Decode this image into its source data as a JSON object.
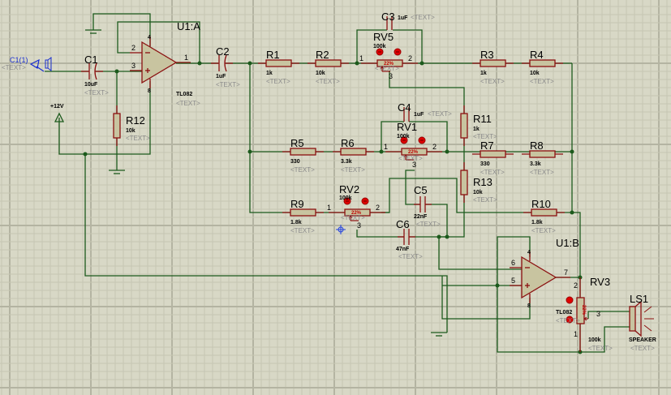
{
  "colors": {
    "background": "#d8d8c6",
    "wire": "#1c5a1c",
    "component_outline": "#8b1010",
    "component_fill": "#c8c4a0",
    "label_blue": "#1a2fd0",
    "probe_red": "#e00000"
  },
  "input_terminal": {
    "label": "C1(1)",
    "text": "<TEXT>"
  },
  "power": {
    "label": "+12V"
  },
  "components": {
    "U1A": {
      "ref": "U1:A",
      "value": "TL082",
      "text": "<TEXT>",
      "pins": [
        "2",
        "3",
        "1",
        "4",
        "8"
      ]
    },
    "U1B": {
      "ref": "U1:B",
      "value": "TL082",
      "text": "<TEXT>",
      "pins": [
        "6",
        "5",
        "7",
        "4",
        "8"
      ]
    },
    "C1": {
      "ref": "C1",
      "value": "10uF",
      "text": "<TEXT>"
    },
    "C2": {
      "ref": "C2",
      "value": "1uF",
      "text": "<TEXT>"
    },
    "C3": {
      "ref": "C3",
      "value": "1uF",
      "text": "<TEXT>"
    },
    "C4": {
      "ref": "C4",
      "value": "1uF",
      "text": "<TEXT>"
    },
    "C5": {
      "ref": "C5",
      "value": "22nF",
      "text": "<TEXT>"
    },
    "C6": {
      "ref": "C6",
      "value": "47nF",
      "text": "<TEXT>"
    },
    "R1": {
      "ref": "R1",
      "value": "1k",
      "text": "<TEXT>"
    },
    "R2": {
      "ref": "R2",
      "value": "10k",
      "text": "<TEXT>"
    },
    "R3": {
      "ref": "R3",
      "value": "1k",
      "text": "<TEXT>"
    },
    "R4": {
      "ref": "R4",
      "value": "10k",
      "text": "<TEXT>"
    },
    "R5": {
      "ref": "R5",
      "value": "330",
      "text": "<TEXT>"
    },
    "R6": {
      "ref": "R6",
      "value": "3.3k",
      "text": "<TEXT>"
    },
    "R7": {
      "ref": "R7",
      "value": "330",
      "text": "<TEXT>"
    },
    "R8": {
      "ref": "R8",
      "value": "3.3k",
      "text": "<TEXT>"
    },
    "R9": {
      "ref": "R9",
      "value": "1.8k",
      "text": "<TEXT>"
    },
    "R10": {
      "ref": "R10",
      "value": "1.8k",
      "text": "<TEXT>"
    },
    "R11": {
      "ref": "R11",
      "value": "1k",
      "text": "<TEXT>"
    },
    "R12": {
      "ref": "R12",
      "value": "10k",
      "text": "<TEXT>"
    },
    "R13": {
      "ref": "R13",
      "value": "10k",
      "text": "<TEXT>"
    },
    "RV1": {
      "ref": "RV1",
      "value": "100k",
      "text": "<TEXT>",
      "wiper": "22%",
      "pins": [
        "1",
        "2",
        "3"
      ]
    },
    "RV2": {
      "ref": "RV2",
      "value": "100k",
      "text": "<TEXT>",
      "wiper": "22%",
      "pins": [
        "1",
        "2",
        "3"
      ]
    },
    "RV3": {
      "ref": "RV3",
      "value": "100k",
      "text": "<TEXT>",
      "wiper": "22%",
      "pins": [
        "2",
        "1",
        "3"
      ]
    },
    "RV5": {
      "ref": "RV5",
      "value": "100k",
      "text": "<TEXT>",
      "wiper": "22%",
      "pins": [
        "1",
        "2",
        "3"
      ]
    },
    "LS1": {
      "ref": "LS1",
      "value": "SPEAKER",
      "text": "<TEXT>"
    }
  }
}
